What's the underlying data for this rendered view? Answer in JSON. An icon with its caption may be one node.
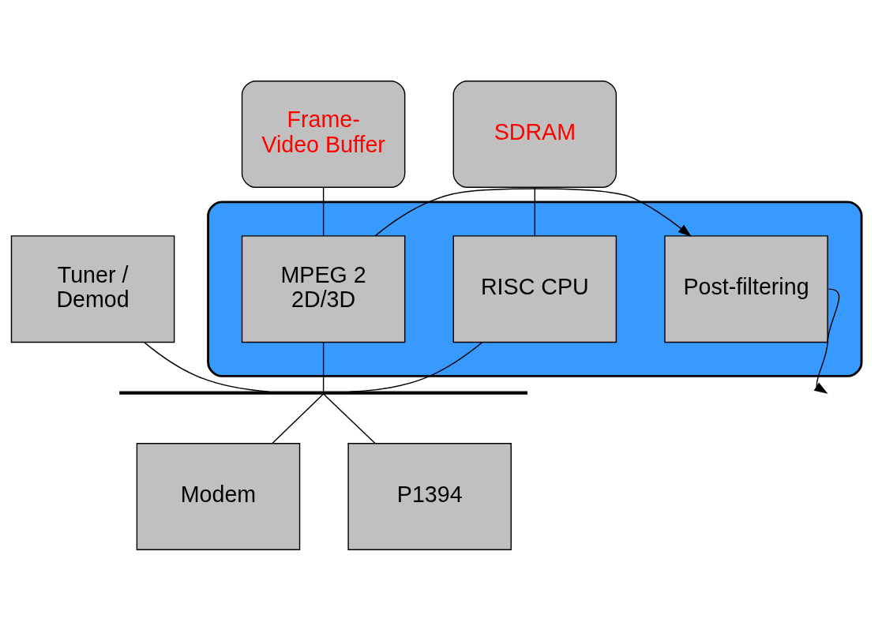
{
  "diagram": {
    "nodes": [
      {
        "text": [
          "Frame- Video Buffer"
        ]
      },
      {
        "text": [],
        "shape": "ellipse"
      },
      {
        "text": [
          "SDRAM"
        ]
      },
      {
        "text": [
          "RISC CPU"
        ],
        "in": 1
      },
      {
        "text": [
          "MPEG 2 2D/3D"
        ],
        "in": 1
      },
      {
        "text": [
          "Post-filtering"
        ],
        "in": 1
      },
      {
        "text": [
          "Tuner / Demod"
        ]
      },
      {
        "text": [],
        "shape": "bar"
      },
      {
        "text": [
          "Modem"
        ]
      },
      {
        "text": [
          "P1394"
        ]
      }
    ],
    "edges": [
      {
        "from": 0,
        "to": 4,
        "arrow": "none"
      },
      {
        "from": 2,
        "to": 3,
        "arrow": "none"
      },
      {
        "from": 4,
        "to": 5,
        "arrow": "to"
      },
      {
        "from": 5,
        "to": null,
        "arrow": "to"
      },
      {
        "from": 3,
        "to": 7,
        "arrow": "none"
      },
      {
        "from": 4,
        "to": 7,
        "arrow": "none"
      },
      {
        "from": 6,
        "to": 7,
        "arrow": "none"
      },
      {
        "from": 7,
        "to": 8,
        "arrow": "none"
      },
      {
        "from": 7,
        "to": 9,
        "arrow": "none"
      }
    ]
  }
}
